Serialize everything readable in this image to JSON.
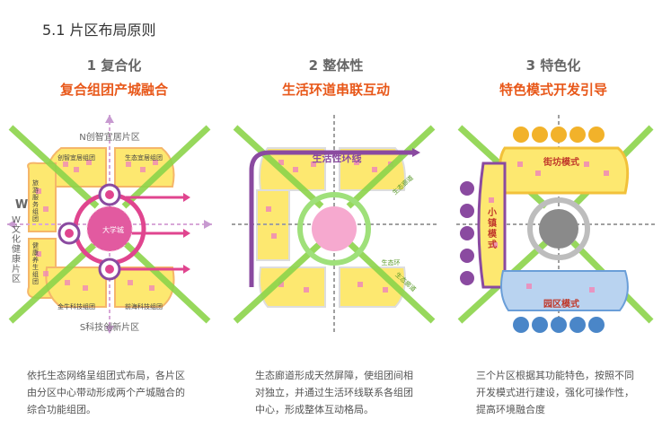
{
  "section_title": "5.1 片区布局原则",
  "columns": [
    {
      "heading": "1 复合化",
      "subheading": "复合组团产城融合",
      "labels": {
        "north": "N创智宜居片区",
        "south": "S科技创新片区",
        "west": "W文化健康片区",
        "west_short": "W",
        "center": "大学城",
        "cluster_nw": "创智宜居组团",
        "cluster_ne": "生态宜居组团",
        "cluster_w1": "旅游服务组团",
        "cluster_w2": "健康养生组团",
        "cluster_sw": "金牛科技组团",
        "cluster_se": "前海科技组团"
      },
      "description": [
        "依托生态网络呈组团式布局，各片区",
        "由分区中心带动形成两个产城融合的",
        "综合功能组团。"
      ]
    },
    {
      "heading": "2 整体性",
      "subheading": "生活环道串联互动",
      "labels": {
        "ring_road": "生活性环线",
        "corridor_1": "生态廊道",
        "eco_ring": "生态环",
        "corridor_2": "生态廊道"
      },
      "description": [
        "生态廊道形成天然屏障，使组团间相",
        "对独立，并通过生活环线联系各组团",
        "中心，形成整体互动格局。"
      ]
    },
    {
      "heading": "3 特色化",
      "subheading": "特色模式开发引导",
      "labels": {
        "street_mode": "街坊模式",
        "town_mode": "小镇模式",
        "park_mode": "园区模式"
      },
      "description": [
        "三个片区根据其功能特色，按照不同",
        "开发模式进行建设，强化可操作性，",
        "提高环境融合度"
      ]
    }
  ],
  "colors": {
    "accent": "#e8581a",
    "green": "#8cd44a",
    "pink": "#e0458f",
    "purple": "#8a4aa0",
    "yellow": "#fde870",
    "blue_zone": "#b9d3f0",
    "grey": "#9a9a9a"
  }
}
